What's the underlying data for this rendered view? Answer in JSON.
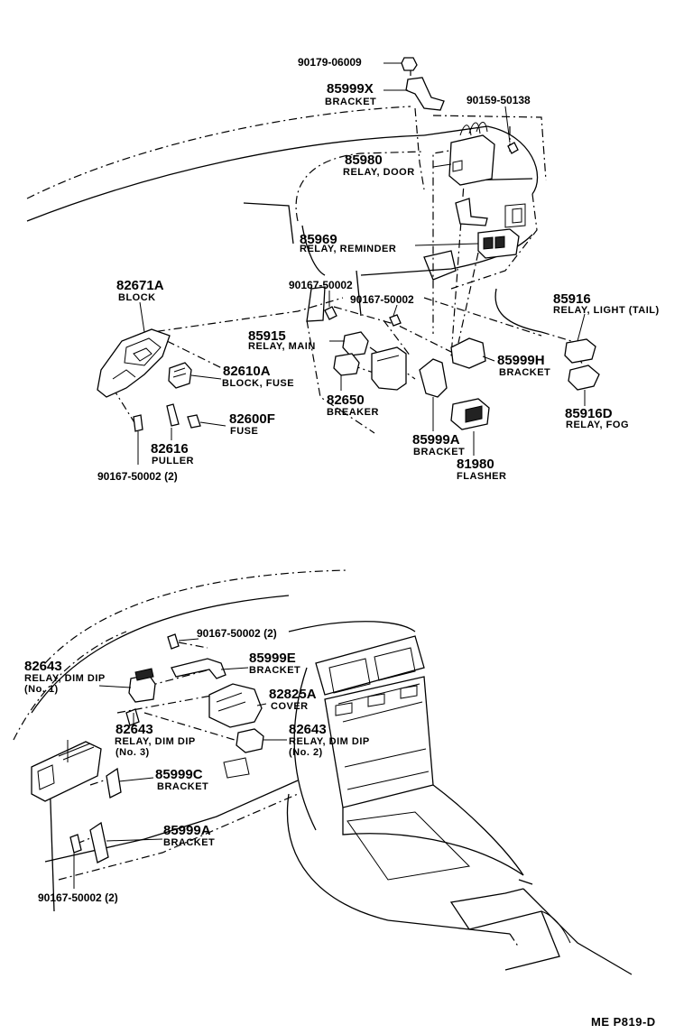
{
  "parts": {
    "p_90179_06009": {
      "number": "90179-06009"
    },
    "p_85999x": {
      "number": "85999X",
      "name": "BRACKET"
    },
    "p_90159_50138": {
      "number": "90159-50138"
    },
    "p_85980": {
      "number": "85980",
      "name": "RELAY, DOOR"
    },
    "p_85969": {
      "number": "85969",
      "name": "RELAY, REMINDER"
    },
    "p_82671a": {
      "number": "82671A",
      "name": "BLOCK"
    },
    "p_90167_50002_a": {
      "number": "90167-50002"
    },
    "p_90167_50002_b": {
      "number": "90167-50002"
    },
    "p_85916": {
      "number": "85916",
      "name": "RELAY, LIGHT (TAIL)"
    },
    "p_85915": {
      "number": "85915",
      "name": "RELAY, MAIN"
    },
    "p_85999h": {
      "number": "85999H",
      "name": "BRACKET"
    },
    "p_82610a": {
      "number": "82610A",
      "name": "BLOCK, FUSE"
    },
    "p_82650": {
      "number": "82650",
      "name": "BREAKER"
    },
    "p_85916d": {
      "number": "85916D",
      "name": "RELAY, FOG"
    },
    "p_82600f": {
      "number": "82600F",
      "name": "FUSE"
    },
    "p_82616": {
      "number": "82616",
      "name": "PULLER"
    },
    "p_85999a_top": {
      "number": "85999A",
      "name": "BRACKET"
    },
    "p_90167_50002_c": {
      "number": "90167-50002 (2)"
    },
    "p_81980": {
      "number": "81980",
      "name": "FLASHER"
    },
    "p_90167_50002_d": {
      "number": "90167-50002 (2)"
    },
    "p_82643_no1": {
      "number": "82643",
      "name": "RELAY, DIM DIP",
      "note": "(No. 1)"
    },
    "p_85999e": {
      "number": "85999E",
      "name": "BRACKET"
    },
    "p_82825a": {
      "number": "82825A",
      "name": "COVER"
    },
    "p_82643_no3": {
      "number": "82643",
      "name": "RELAY, DIM DIP",
      "note": "(No. 3)"
    },
    "p_82643_no2": {
      "number": "82643",
      "name": "RELAY, DIM DIP",
      "note": "(No. 2)"
    },
    "p_85999c": {
      "number": "85999C",
      "name": "BRACKET"
    },
    "p_85999a_bottom": {
      "number": "85999A",
      "name": "BRACKET"
    },
    "p_90167_50002_e": {
      "number": "90167-50002 (2)"
    }
  },
  "figure_ref": "ME P819-D"
}
